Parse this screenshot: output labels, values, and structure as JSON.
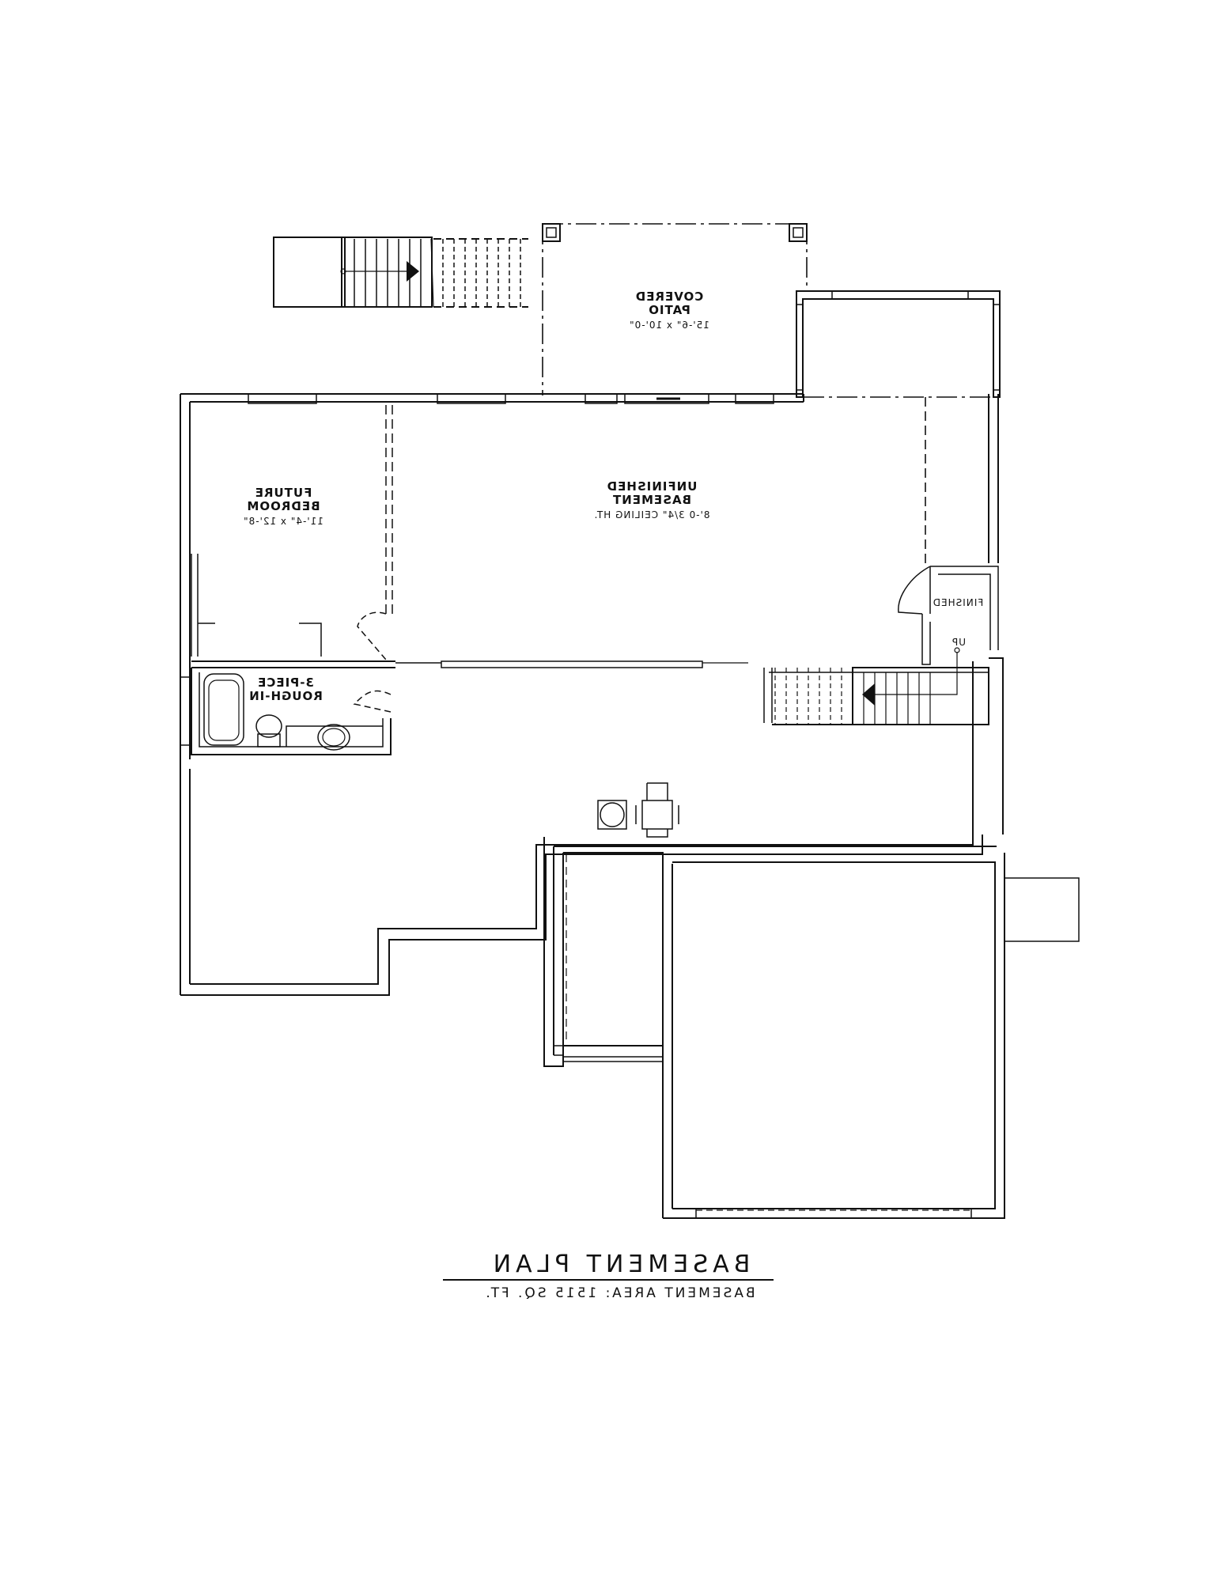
{
  "drawing": {
    "title": "BASEMENT PLAN",
    "subtitle": "BASEMENT AREA: 1515 SQ. FT."
  },
  "rooms": {
    "covered_patio": {
      "name_line1": "COVERED",
      "name_line2": "PATIO",
      "size": "15'-6\" x 10'-0\""
    },
    "unfinished_basement": {
      "name_line1": "UNFINISHED",
      "name_line2": "BASEMENT",
      "note": "8'-0 3/4\" CEILING HT."
    },
    "future_bedroom": {
      "name_line1": "FUTURE",
      "name_line2": "BEDROOM",
      "size": "11'-4\" x 12'-8\""
    },
    "bath": {
      "name_line1": "3-PIECE",
      "name_line2": "ROUGH-IN"
    },
    "finished": {
      "name": "FINISHED"
    }
  },
  "stairs": {
    "up_label": "UP"
  }
}
